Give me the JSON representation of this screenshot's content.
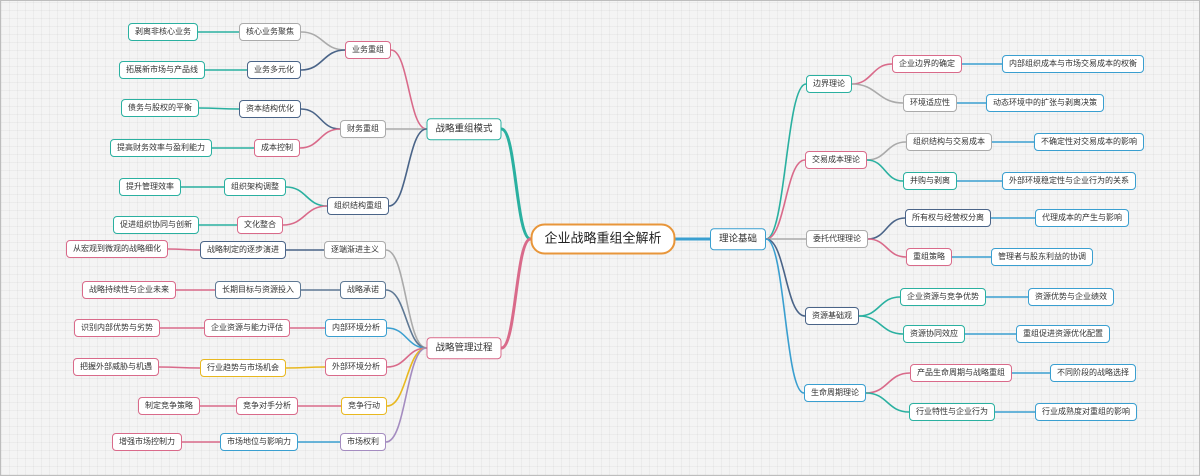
{
  "root": "企业战略重组全解析",
  "colors": {
    "root": "#e8963a",
    "teal": "#2ab0a0",
    "pink": "#d96a8a",
    "gray": "#aaaaaa",
    "navy": "#4a6488",
    "blue": "#3a9fd0",
    "yellow": "#e8b820",
    "purple": "#a48cc0",
    "slate": "#5e7894"
  },
  "branches": {
    "b1": "战略重组模式",
    "b2": "战略管理过程",
    "b3": "理论基础"
  },
  "b1": {
    "g1": {
      "label": "业务重组",
      "c1": {
        "label": "核心业务聚焦",
        "d": "剥离非核心业务"
      },
      "c2": {
        "label": "业务多元化",
        "d": "拓展新市场与产品线"
      }
    },
    "g2": {
      "label": "财务重组",
      "c1": {
        "label": "资本结构优化",
        "d": "债务与股权的平衡"
      },
      "c2": {
        "label": "成本控制",
        "d": "提高财务效率与盈利能力"
      }
    },
    "g3": {
      "label": "组织结构重组",
      "c1": {
        "label": "组织架构调整",
        "d": "提升管理效率"
      },
      "c2": {
        "label": "文化整合",
        "d": "促进组织协同与创新"
      }
    }
  },
  "b2": {
    "g1": {
      "label": "逐端渐进主义",
      "c": "战略制定的逐步演进",
      "d": "从宏观到微观的战略细化"
    },
    "g2": {
      "label": "战略承诺",
      "c": "长期目标与资源投入",
      "d": "战略持续性与企业未来"
    },
    "g3": {
      "label": "内部环境分析",
      "c": "企业资源与能力评估",
      "d": "识别内部优势与劣势"
    },
    "g4": {
      "label": "外部环境分析",
      "c": "行业趋势与市场机会",
      "d": "把握外部威胁与机遇"
    },
    "g5": {
      "label": "竞争行动",
      "c": "竞争对手分析",
      "d": "制定竞争策略"
    },
    "g6": {
      "label": "市场权利",
      "c": "市场地位与影响力",
      "d": "增强市场控制力"
    }
  },
  "b3": {
    "g1": {
      "label": "边界理论",
      "c1": {
        "label": "企业边界的确定",
        "d": "内部组织成本与市场交易成本的权衡"
      },
      "c2": {
        "label": "环境适应性",
        "d": "动态环境中的扩张与剥离决策"
      }
    },
    "g2": {
      "label": "交易成本理论",
      "c1": {
        "label": "组织结构与交易成本",
        "d": "不确定性对交易成本的影响"
      },
      "c2": {
        "label": "并购与剥离",
        "d": "外部环境稳定性与企业行为的关系"
      }
    },
    "g3": {
      "label": "委托代理理论",
      "c1": {
        "label": "所有权与经营权分离",
        "d": "代理成本的产生与影响"
      },
      "c2": {
        "label": "重组策略",
        "d": "管理者与股东利益的协调"
      }
    },
    "g4": {
      "label": "资源基础观",
      "c1": {
        "label": "企业资源与竞争优势",
        "d": "资源优势与企业绩效"
      },
      "c2": {
        "label": "资源协同效应",
        "d": "重组促进资源优化配置"
      }
    },
    "g5": {
      "label": "生命周期理论",
      "c1": {
        "label": "产品生命周期与战略重组",
        "d": "不同阶段的战略选择"
      },
      "c2": {
        "label": "行业特性与企业行为",
        "d": "行业成熟度对重组的影响"
      }
    }
  }
}
